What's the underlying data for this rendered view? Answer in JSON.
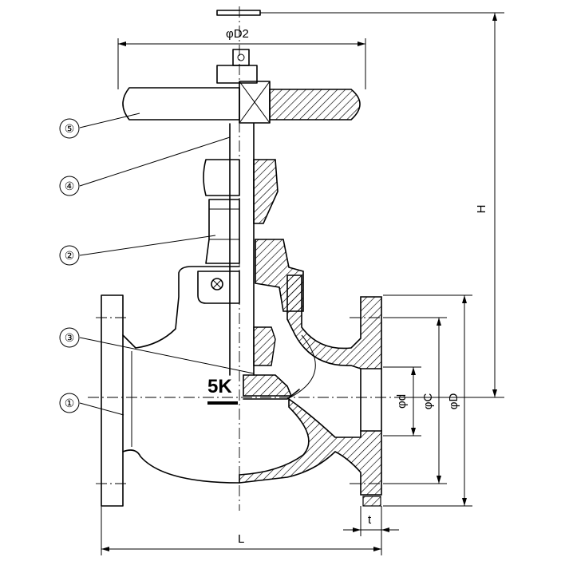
{
  "dimensions": {
    "handwheel_dia": "φD2",
    "height": "H",
    "bore_dia": "φd",
    "bolt_circle_dia": "φC",
    "flange_dia": "φD",
    "flange_thickness": "t",
    "length": "L"
  },
  "part_numbers": [
    "⑤",
    "④",
    "②",
    "③",
    "①"
  ],
  "pressure_rating": "5K"
}
